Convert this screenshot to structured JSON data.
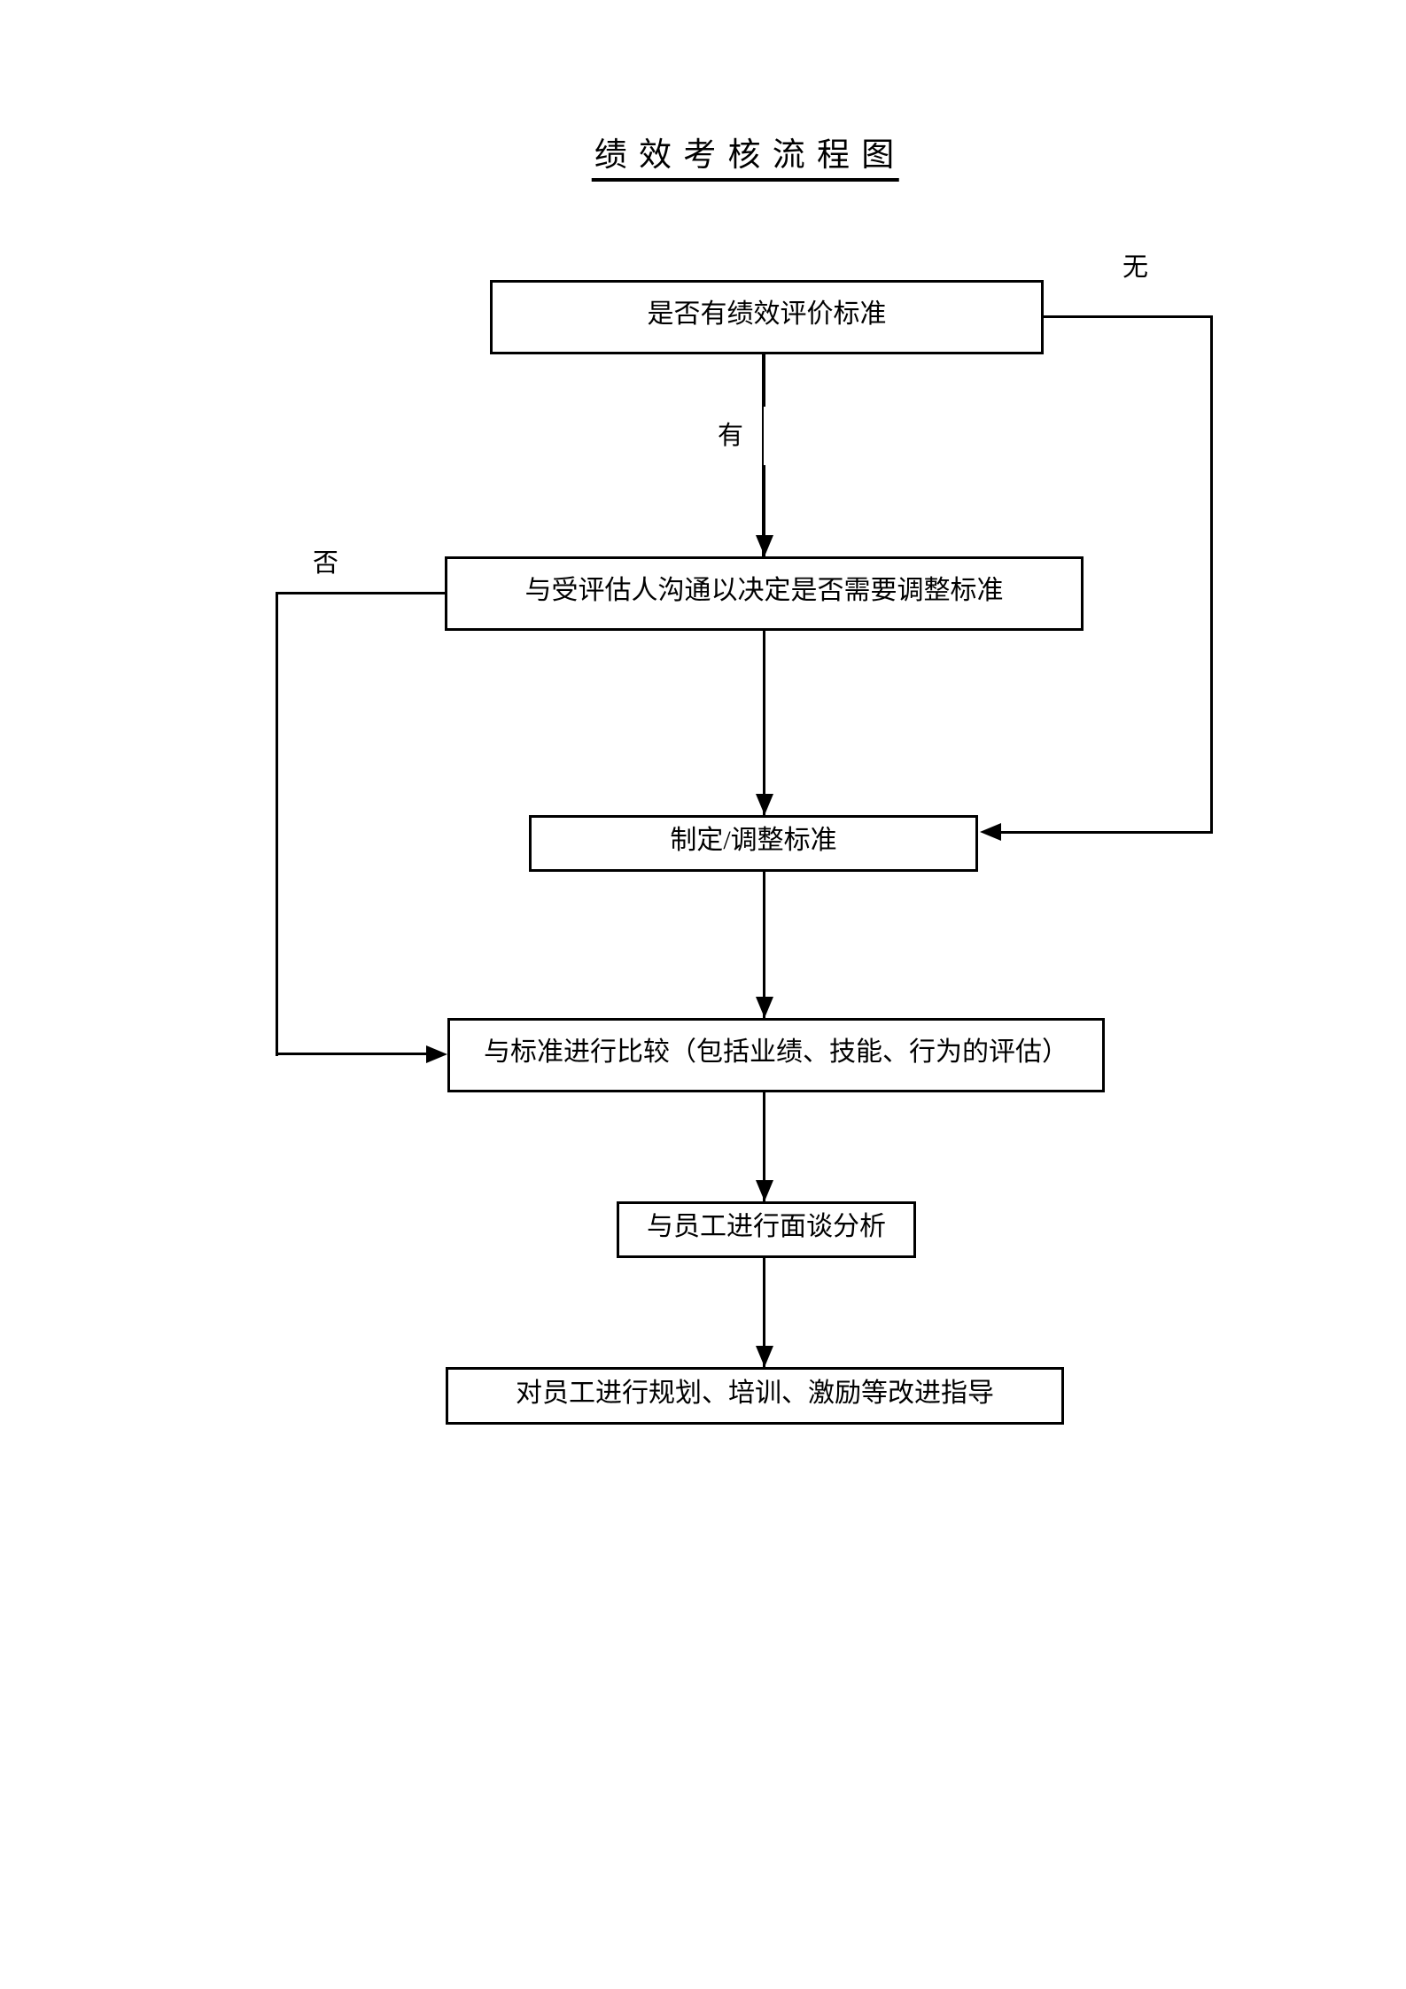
{
  "title": {
    "text": "绩 效 考 核 流 程 图"
  },
  "nodes": [
    {
      "id": "has-standard",
      "label": "是否有绩效评价标准"
    },
    {
      "id": "communicate",
      "label": "与受评估人沟通以决定是否需要调整标准"
    },
    {
      "id": "set-adjust",
      "label": "制定/调整标准"
    },
    {
      "id": "compare",
      "label": "与标准进行比较（包括业绩、技能、行为的评估）"
    },
    {
      "id": "interview",
      "label": "与员工进行面谈分析"
    },
    {
      "id": "guide",
      "label": "对员工进行规划、培训、激励等改进指导"
    }
  ],
  "edge_labels": {
    "yes": "有",
    "no_standard": "无",
    "no_adjust": "否"
  },
  "colors": {
    "line": "#000000",
    "box_border": "#000000",
    "text": "#000000",
    "background": "#ffffff"
  }
}
